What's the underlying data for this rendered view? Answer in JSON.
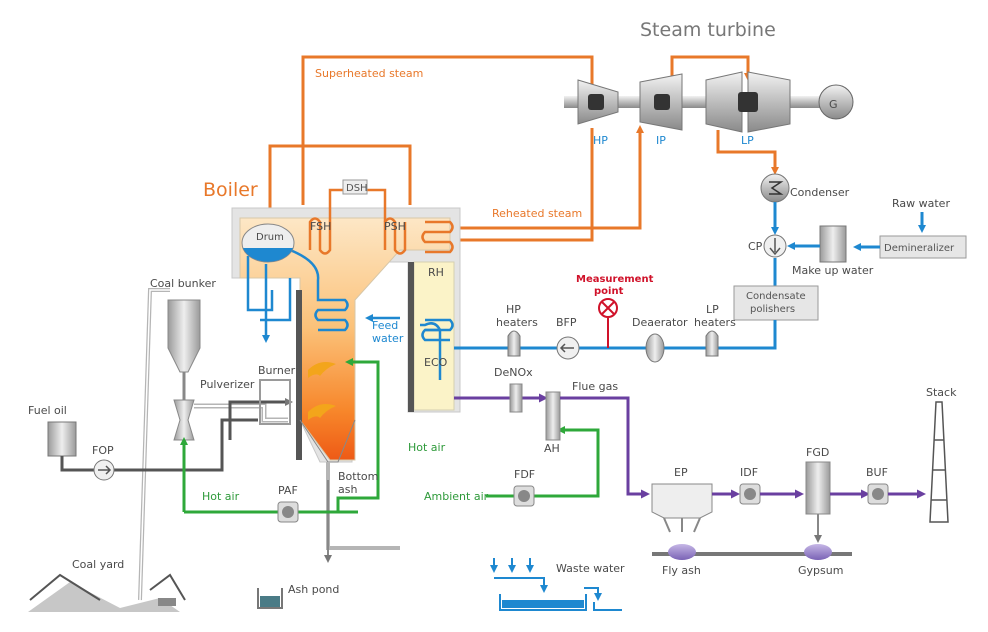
{
  "colors": {
    "steam": "#e8782a",
    "water": "#1e88d0",
    "air": "#2ea83a",
    "flue_gas": "#6a3fa0",
    "coal": "#777777",
    "measurement": "#d0122a"
  },
  "titles": {
    "boiler": "Boiler",
    "steam_turbine": "Steam turbine"
  },
  "steam_labels": {
    "superheated_steam": "Superheated steam",
    "reheated_steam": "Reheated steam"
  },
  "boiler_parts": {
    "drum": "Drum",
    "fsh": "FSH",
    "dsh": "DSH",
    "psh": "PSH",
    "rh": "RH",
    "eco": "ECO",
    "burner": "Burner",
    "feed_water_1": "Feed",
    "feed_water_2": "water",
    "bottom_ash_1": "Bottom",
    "bottom_ash_2": "ash"
  },
  "turbine_parts": {
    "hp": "HP",
    "ip": "IP",
    "lp": "LP",
    "generator": "G"
  },
  "water_path": {
    "condenser": "Condenser",
    "cp": "CP",
    "raw_water": "Raw water",
    "demineralizer": "Demineralizer",
    "make_up_water": "Make up water",
    "condensate_polishers_1": "Condensate",
    "condensate_polishers_2": "polishers",
    "hp_heaters_1": "HP",
    "hp_heaters_2": "heaters",
    "bfp": "BFP",
    "deaerator": "Deaerator",
    "lp_heaters_1": "LP",
    "lp_heaters_2": "heaters",
    "measurement_1": "Measurement",
    "measurement_2": "point"
  },
  "coal_path": {
    "coal_bunker": "Coal bunker",
    "pulverizer": "Pulverizer",
    "fuel_oil": "Fuel oil",
    "fop": "FOP",
    "coal_yard": "Coal yard",
    "ash_pond": "Ash pond"
  },
  "air_path": {
    "hot_air_left": "Hot air",
    "hot_air_mid": "Hot air",
    "paf": "PAF",
    "ambient_air": "Ambient air",
    "fdf": "FDF"
  },
  "flue_gas_path": {
    "denox": "DeNOx",
    "flue_gas": "Flue gas",
    "ah": "AH",
    "ep": "EP",
    "idf": "IDF",
    "fgd": "FGD",
    "buf": "BUF",
    "stack": "Stack",
    "fly_ash": "Fly ash",
    "gypsum": "Gypsum",
    "waste_water": "Waste water"
  }
}
